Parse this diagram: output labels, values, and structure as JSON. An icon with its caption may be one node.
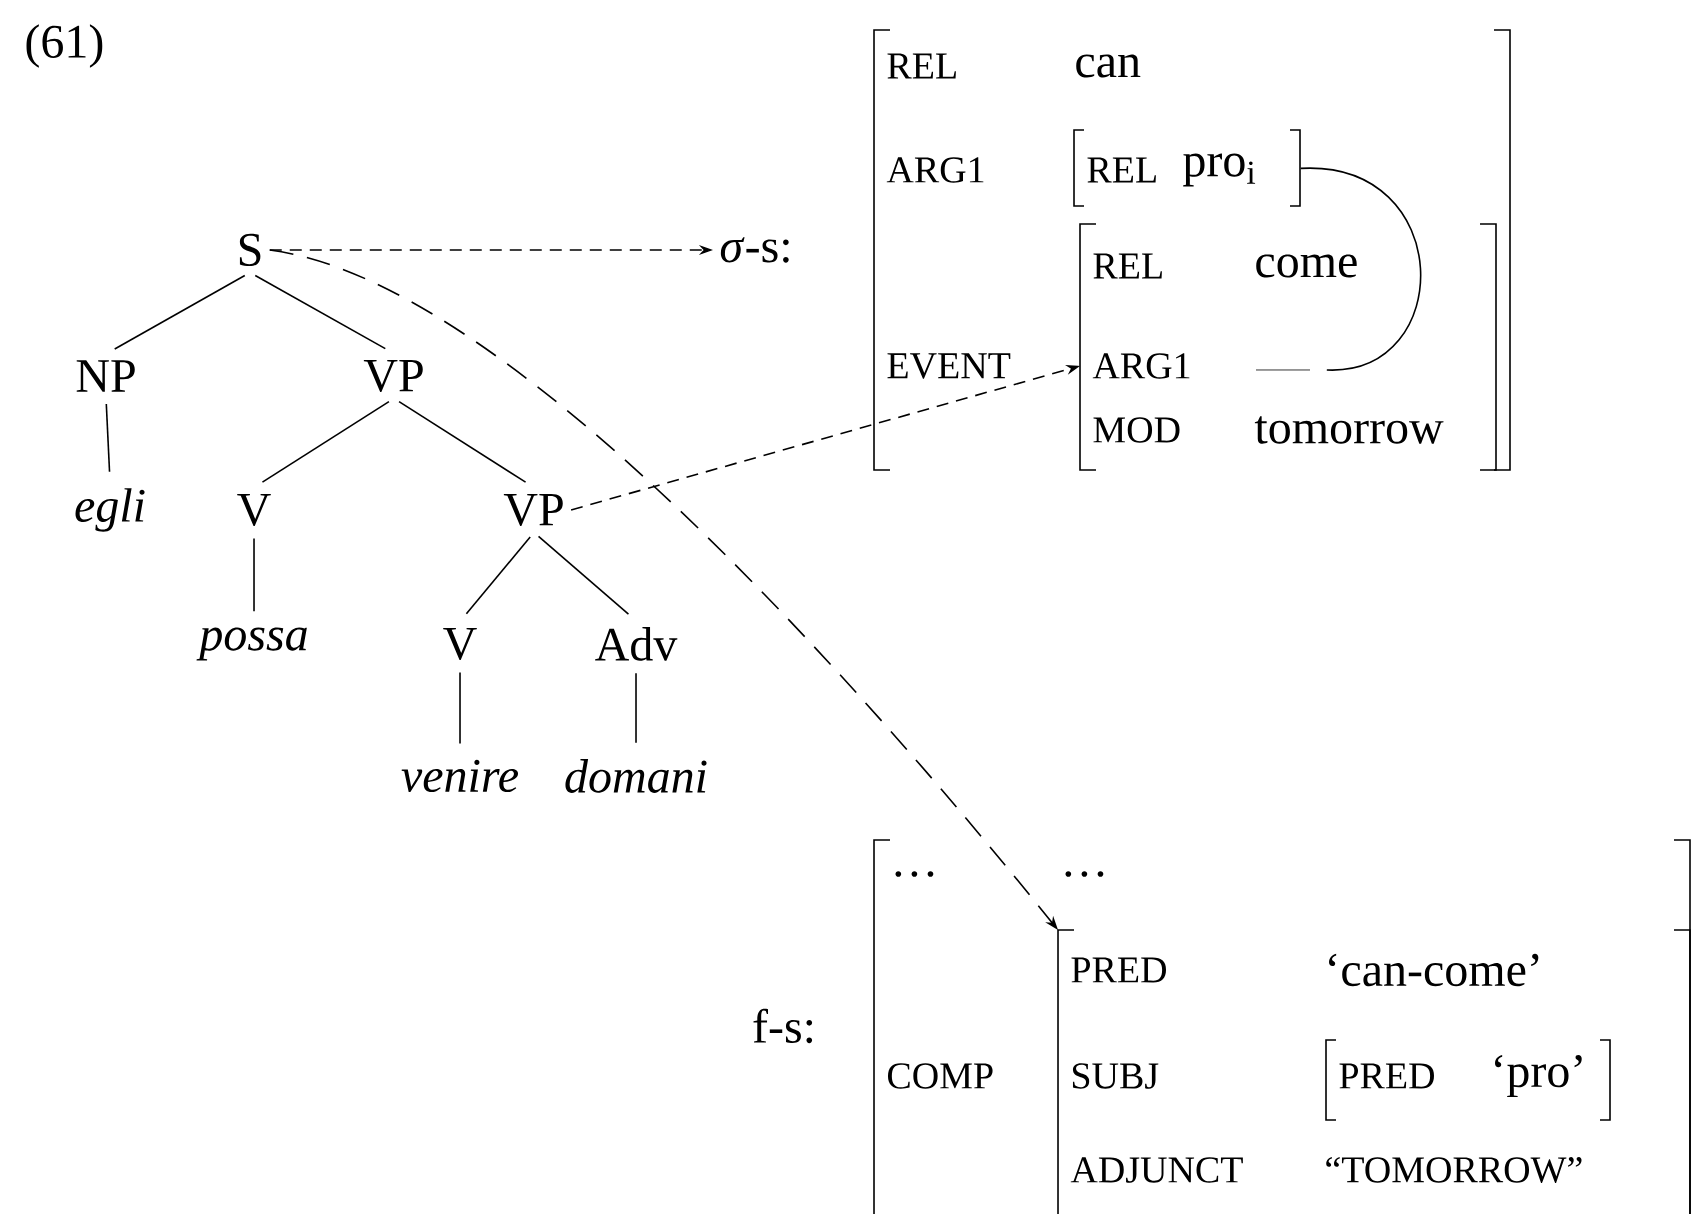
{
  "diagram": {
    "nodes": [
      {
        "text": [
          "S"
        ]
      },
      {
        "text": [
          "NP"
        ]
      },
      {
        "text": [
          "VP"
        ]
      },
      {
        "text": [
          "egli"
        ]
      },
      {
        "text": [
          "V"
        ]
      },
      {
        "text": [
          "VP"
        ]
      },
      {
        "text": [
          "possa"
        ]
      },
      {
        "text": [
          "V"
        ]
      },
      {
        "text": [
          "Adv"
        ]
      },
      {
        "text": [
          "venire"
        ]
      },
      {
        "text": [
          "domani"
        ]
      },
      {
        "text": [
          "*σ*-s:"
        ]
      },
      {
        "text": [
          "REL",
          "can",
          "ARG1",
          "EVENT"
        ]
      },
      {
        "text": [
          "REL",
          "pro$_{i}$"
        ],
        "in": 12
      },
      {
        "text": [
          "REL",
          "come",
          "ARG1",
          "MOD",
          "tomorrow"
        ],
        "in": 12
      },
      {
        "text": [],
        "shape": "bar",
        "in": 14
      },
      {
        "text": [
          "f-s:"
        ]
      },
      {
        "text": [
          "…",
          "…",
          "COMP"
        ]
      },
      {
        "text": [
          "PRED",
          "‘can-come’",
          "SUBJ",
          "ADJUNCT",
          "“TOMORROW”"
        ],
        "in": 17
      },
      {
        "text": [
          "PRED",
          "‘pro’"
        ],
        "in": 18
      }
    ],
    "edges": [
      {
        "from": 0,
        "to": 1,
        "arrow": "none"
      },
      {
        "from": 0,
        "to": 2,
        "arrow": "none"
      },
      {
        "from": 1,
        "to": 3,
        "arrow": "none"
      },
      {
        "from": 2,
        "to": 4,
        "arrow": "none"
      },
      {
        "from": 2,
        "to": 5,
        "arrow": "none"
      },
      {
        "from": 4,
        "to": 6,
        "arrow": "none"
      },
      {
        "from": 5,
        "to": 7,
        "arrow": "none"
      },
      {
        "from": 5,
        "to": 8,
        "arrow": "none"
      },
      {
        "from": 7,
        "to": 9,
        "arrow": "none"
      },
      {
        "from": 8,
        "to": 10,
        "arrow": "none"
      },
      {
        "from": 0,
        "to": 11,
        "arrow": "to",
        "style": "dashed"
      },
      {
        "from": 5,
        "to": 14,
        "arrow": "to",
        "style": "dashed"
      },
      {
        "from": 0,
        "to": 18,
        "arrow": "to",
        "style": "dashed"
      },
      {
        "from": 13,
        "to": 15,
        "arrow": "none"
      }
    ],
    "labels": [
      "(61)"
    ]
  }
}
